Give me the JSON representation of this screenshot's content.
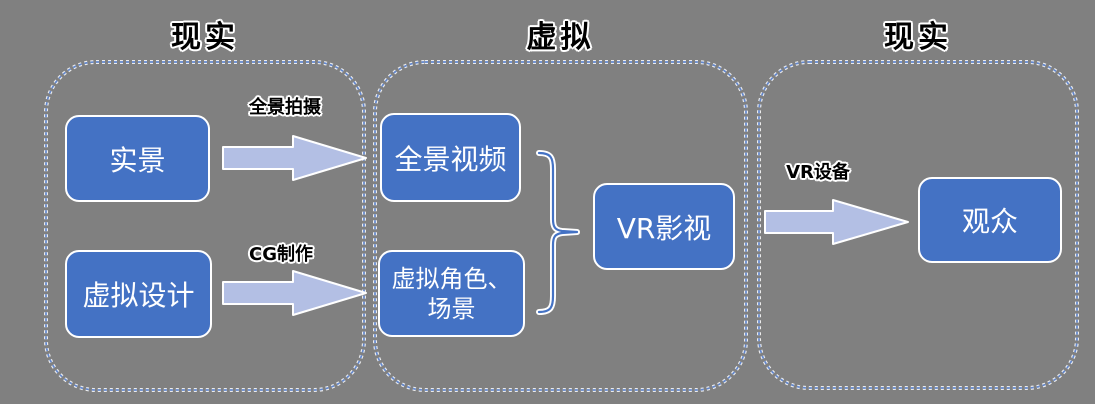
{
  "canvas": {
    "background": "#808080"
  },
  "colors": {
    "box_fill": "#4472C4",
    "box_border": "#FFFFFF",
    "box_text": "#FFFFFF",
    "arrow_fill": "#B3BFE4",
    "arrow_outline": "#FFFFFF",
    "container_dash": "#6287CE",
    "brace_stroke": "#4472C4",
    "label_text": "#000000"
  },
  "sections": {
    "left": {
      "title": "现实"
    },
    "middle": {
      "title": "虚拟"
    },
    "right": {
      "title": "现实"
    }
  },
  "boxes": {
    "real_scene": {
      "label": "实景"
    },
    "virtual_design": {
      "label": "虚拟设计"
    },
    "panoramic_video": {
      "label": "全景视频"
    },
    "virtual_characters": {
      "line1": "虚拟角色、",
      "line2": "场景"
    },
    "vr_film": {
      "label": "VR影视"
    },
    "audience": {
      "label": "观众"
    }
  },
  "arrows": {
    "panoramic_shooting": {
      "label": "全景拍摄"
    },
    "cg_production": {
      "label": "CG制作"
    },
    "vr_device": {
      "label": "VR设备"
    }
  }
}
